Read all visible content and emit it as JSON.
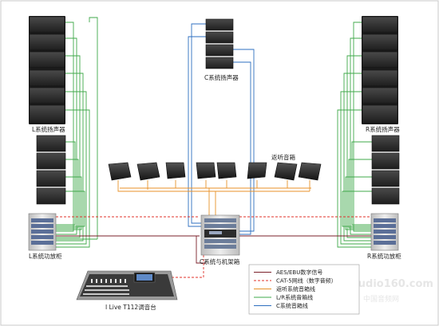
{
  "labels": {
    "l_speaker": "L系统扬声器",
    "c_speaker": "C系统扬声器",
    "r_speaker": "R系统扬声器",
    "monitor": "返听音箱",
    "l_amp": "L系统功放柜",
    "c_rack": "C系统与机架箱",
    "r_amp": "R系统功放柜",
    "console": "I Live T112调音台"
  },
  "legend": {
    "items": [
      {
        "label": "AES/EBU数字信号",
        "color": "#7b1f2a",
        "style": "solid"
      },
      {
        "label": "CAT-5网线（数字音频）",
        "color": "#e0302a",
        "style": "dashed"
      },
      {
        "label": "返听系统音箱线",
        "color": "#e8922a",
        "style": "solid"
      },
      {
        "label": "L/R系统音箱线",
        "color": "#3fa84a",
        "style": "solid"
      },
      {
        "label": "C系统音箱线",
        "color": "#2e6fc0",
        "style": "solid"
      }
    ]
  },
  "watermark": {
    "main": "audio160.com",
    "sub": "中国音频网"
  },
  "colors": {
    "aes": "#7b1f2a",
    "cat5": "#e0302a",
    "monitor": "#e8922a",
    "lr": "#3fa84a",
    "c": "#2e6fc0",
    "cabinet": "#2b2b2b",
    "rack": "#d8d8d8"
  }
}
